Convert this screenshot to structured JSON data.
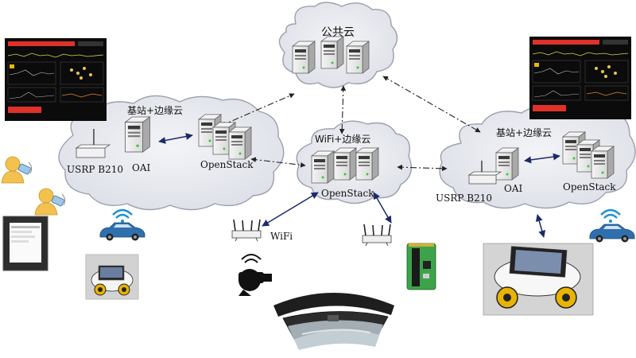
{
  "labels": {
    "public_cloud": "公共云",
    "bs_edge_left": "基站+边缘云",
    "bs_edge_right": "基站+边缘云",
    "wifi_edge": "WiFi+边缘云",
    "oai_left": "OAI",
    "oai_right": "OAI",
    "usrp_left": "USRP B210",
    "usrp_right": "USRP B210",
    "openstack_left": "OpenStack",
    "openstack_center": "OpenStack",
    "openstack_right": "OpenStack",
    "wifi_ap": "WiFi"
  },
  "icons": {
    "server": "server-icon",
    "monitor": "spectrum-monitor-screen",
    "user": "user-with-phone-icon",
    "car": "connected-car-icon",
    "robot": "robot-car-photo",
    "router": "wifi-router-icon",
    "vr": "vr-headset-icon",
    "hololens": "ar-hololens-photo",
    "board": "raspberry-pi-board-icon"
  },
  "colors": {
    "cloud_fill": "#e6e8ee",
    "cloud_stroke": "#9aa0ad",
    "solid_arrow": "#1c2a6b",
    "dashed_arrow": "#222222",
    "monitor_accent": "#e0302a"
  }
}
